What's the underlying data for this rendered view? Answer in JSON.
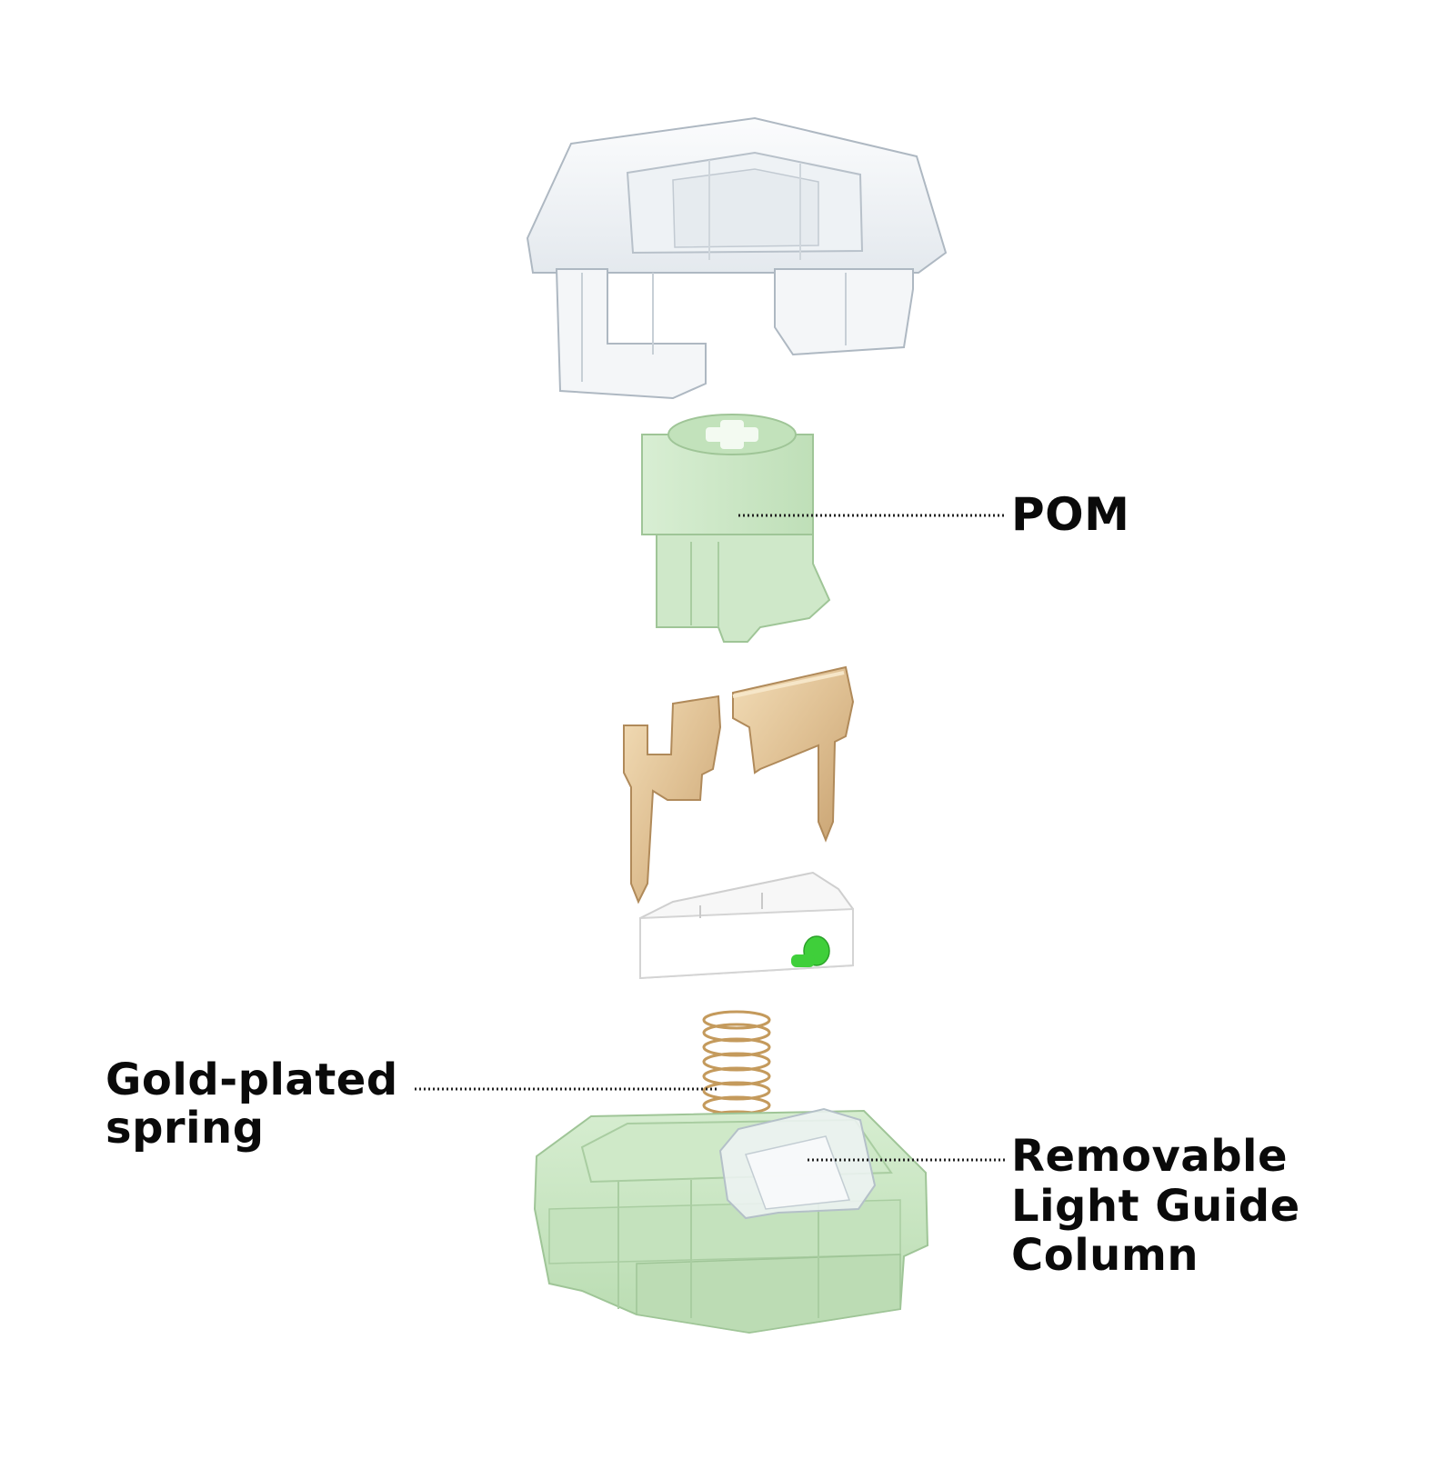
{
  "labels": {
    "pom": "POM",
    "spring": [
      "Gold-plated",
      "spring"
    ],
    "guide": [
      "Removable",
      "Light Guide",
      "Column"
    ]
  },
  "colors": {
    "stem_green": "#cde8c8",
    "housing_green": "#c9e6c3",
    "contact_gold": "#e3c79c",
    "spring_gold": "#c49a5c",
    "transparent_top": "#f1f4f7",
    "white_module": "#f7f7f7",
    "bright_green": "#3fcf3a",
    "leader_line": "#222222"
  },
  "icons": [
    "transparent-top-housing-icon",
    "pom-stem-icon",
    "gold-contact-leaves-icon",
    "white-module-icon",
    "gold-spring-icon",
    "green-bottom-housing-icon",
    "light-guide-column-icon"
  ]
}
